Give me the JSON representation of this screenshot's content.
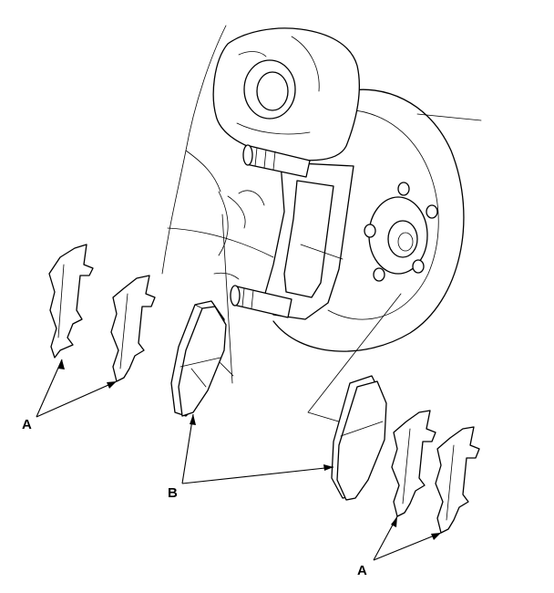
{
  "callouts": {
    "a_left": "A",
    "b_center": "B",
    "a_right": "A"
  }
}
